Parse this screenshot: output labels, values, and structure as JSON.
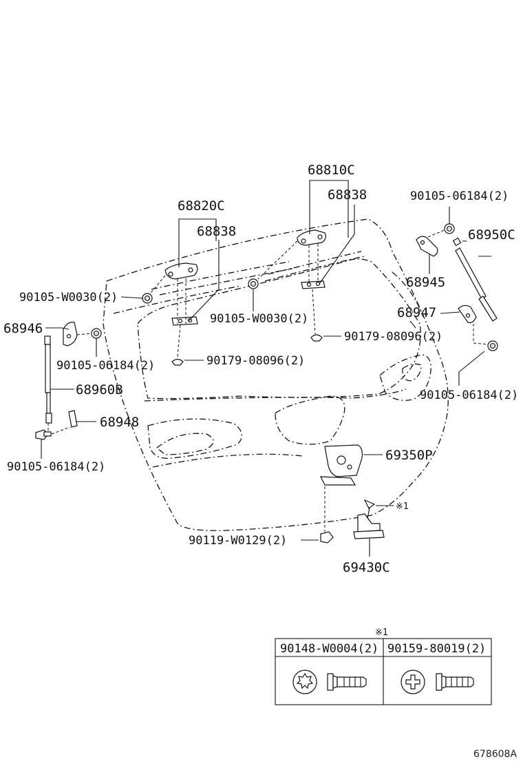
{
  "diagram": {
    "labels": {
      "p68810C": "68810C",
      "p68838_right": "68838",
      "p68820C": "68820C",
      "p68838_left": "68838",
      "p90105_06184_top": "90105-06184(2)",
      "p68950C": "68950C",
      "p68945": "68945",
      "p68947": "68947",
      "p90105_W0030_left": "90105-W0030(2)",
      "p90105_W0030_mid": "90105-W0030(2)",
      "p90179_08096_right": "90179-08096(2)",
      "p90179_08096_left": "90179-08096(2)",
      "p68946": "68946",
      "p90105_06184_left": "90105-06184(2)",
      "p68960B": "68960B",
      "p90105_06184_right": "90105-06184(2)",
      "p68948": "68948",
      "p90105_06184_bottom": "90105-06184(2)",
      "p69350P": "69350P",
      "p90119_W0129": "90119-W0129(2)",
      "p69430C": "69430C",
      "note_ref": "※1"
    },
    "table": {
      "note_mark": "※1",
      "columns": [
        "90148-W0004(2)",
        "90159-80019(2)"
      ]
    },
    "figure_code": "678608A"
  }
}
